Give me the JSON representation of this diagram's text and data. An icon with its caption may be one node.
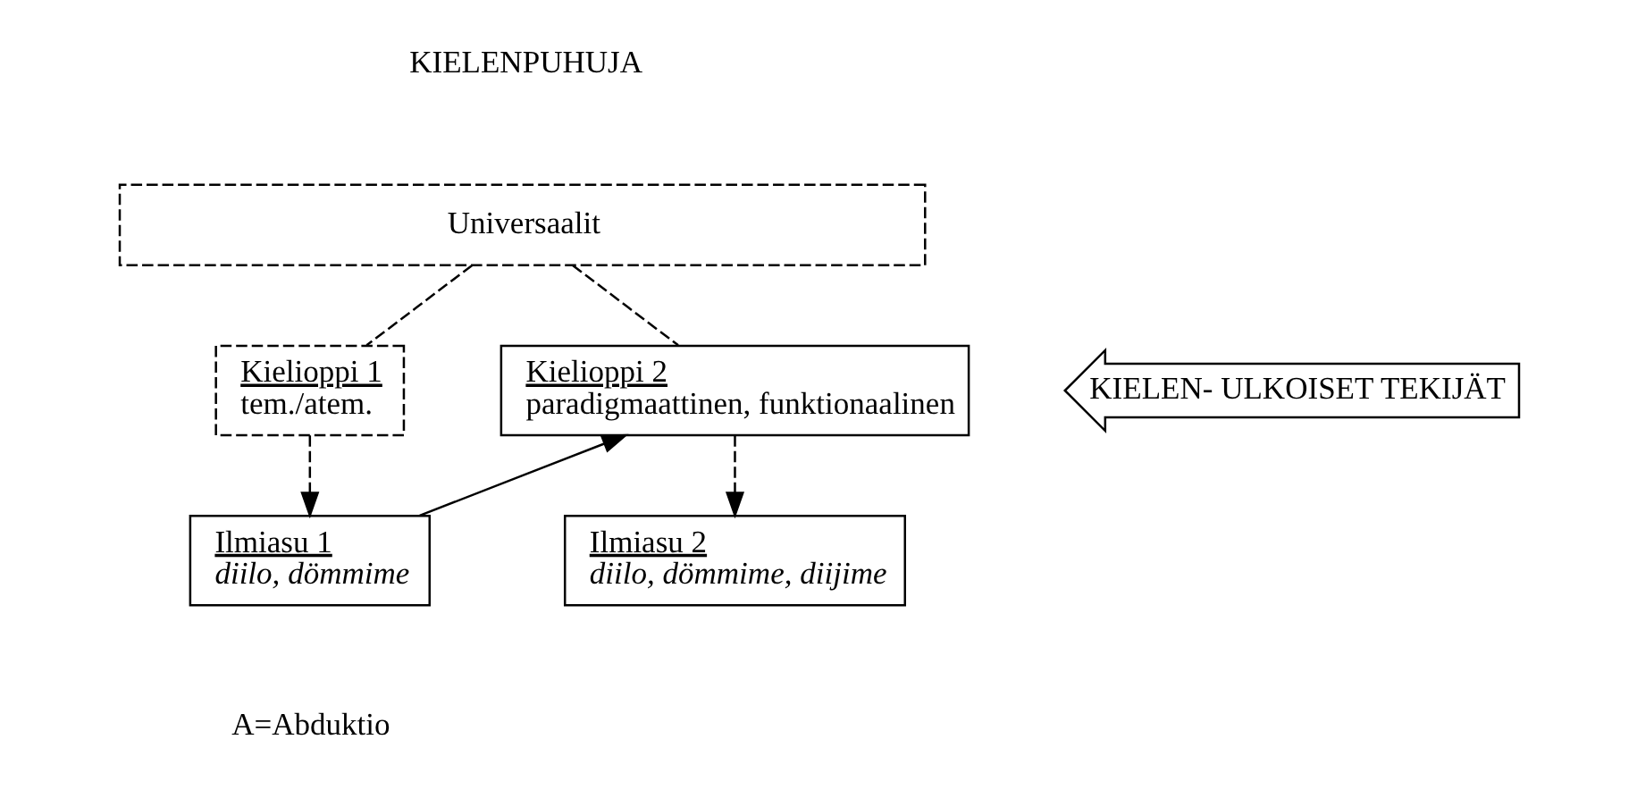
{
  "diagram": {
    "nodes": [
      {
        "text": [
          "Universaalit"
        ]
      },
      {
        "text": [
          "Kielioppi 1",
          "tem./atem."
        ]
      },
      {
        "text": [
          "Kielioppi 2",
          "paradigmaattinen, funktionaalinen"
        ]
      },
      {
        "text": [
          "Ilmiasu 1",
          "diilo, dömmime"
        ]
      },
      {
        "text": [
          "Ilmiasu 2",
          "diilo, dömmime, diijime"
        ]
      },
      {
        "text": [
          "KIELEN- ULKOISET TEKIJÄT"
        ]
      }
    ],
    "edges": [
      {
        "from": 0,
        "to": 1,
        "arrow": "none",
        "style": "dashed"
      },
      {
        "from": 1,
        "to": 3,
        "arrow": "to",
        "style": "dashed"
      },
      {
        "from": 0,
        "to": 2,
        "arrow": "none",
        "style": "dashed"
      },
      {
        "from": 2,
        "to": 4,
        "arrow": "to",
        "style": "dashed"
      },
      {
        "from": 3,
        "to": 2,
        "arrow": "to"
      }
    ],
    "labels": [
      "KIELENPUHUJA",
      "A=Abduktio"
    ]
  }
}
